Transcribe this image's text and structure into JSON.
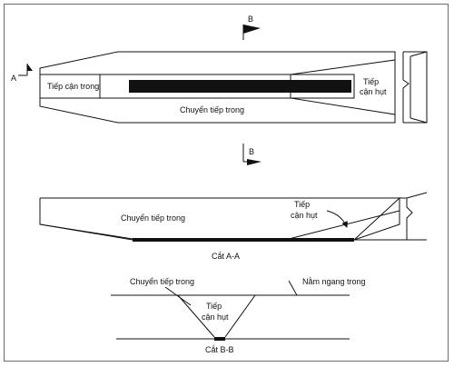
{
  "plan": {
    "label_approach_inner": "Tiếp cận trong",
    "label_transition_inner": "Chuyển tiếp trong",
    "label_approach_missed_line1": "Tiếp",
    "label_approach_missed_line2": "cận hụt",
    "marker_a": "A",
    "marker_b_top": "B",
    "marker_b_bottom": "B"
  },
  "section_aa": {
    "label_transition_inner": "Chuyển tiếp trong",
    "label_approach_missed_line1": "Tiếp",
    "label_approach_missed_line2": "cận hụt",
    "caption": "Cắt A-A"
  },
  "section_bb": {
    "label_transition_inner": "Chuyển tiếp trong",
    "label_horizontal_inner": "Nằm ngang trong",
    "label_approach_missed_line1": "Tiếp",
    "label_approach_missed_line2": "cận hụt",
    "caption": "Cắt B-B"
  }
}
